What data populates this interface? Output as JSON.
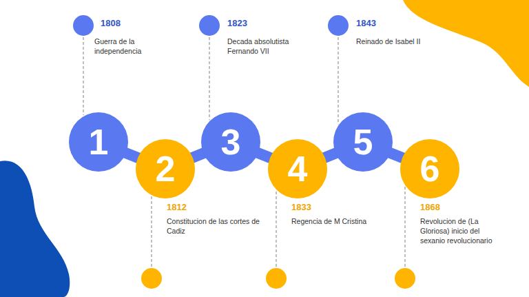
{
  "diagram": {
    "nodes": [
      {
        "text": [
          "1"
        ]
      },
      {
        "text": [
          "2"
        ]
      },
      {
        "text": [
          "3"
        ]
      },
      {
        "text": [
          "4"
        ]
      },
      {
        "text": [
          "5"
        ]
      },
      {
        "text": [
          "6"
        ]
      },
      {
        "text": [
          "1808",
          "Guerra de la independencia"
        ]
      },
      {
        "text": [
          "1812",
          "Constitucion de las cortes de Cadiz"
        ]
      },
      {
        "text": [
          "1823",
          "Decada absolutista Fernando VII"
        ]
      },
      {
        "text": [
          "1833",
          "Regencia de M Cristina"
        ]
      },
      {
        "text": [
          "1843",
          "Reinado de Isabel II"
        ]
      },
      {
        "text": [
          "1868",
          "Revolucion de (La Gloriosa) inicio del sexanio revolucionario"
        ]
      }
    ],
    "edges": [
      {
        "from": 0,
        "to": 1,
        "arrow": "none"
      },
      {
        "from": 1,
        "to": 2,
        "arrow": "none"
      },
      {
        "from": 2,
        "to": 3,
        "arrow": "none"
      },
      {
        "from": 3,
        "to": 4,
        "arrow": "none"
      },
      {
        "from": 4,
        "to": 5,
        "arrow": "none"
      },
      {
        "from": 6,
        "to": 0,
        "arrow": "none"
      },
      {
        "from": 7,
        "to": 1,
        "arrow": "none"
      },
      {
        "from": 8,
        "to": 2,
        "arrow": "none"
      },
      {
        "from": 9,
        "to": 3,
        "arrow": "none"
      },
      {
        "from": 10,
        "to": 4,
        "arrow": "none"
      },
      {
        "from": 11,
        "to": 5,
        "arrow": "none"
      }
    ]
  }
}
